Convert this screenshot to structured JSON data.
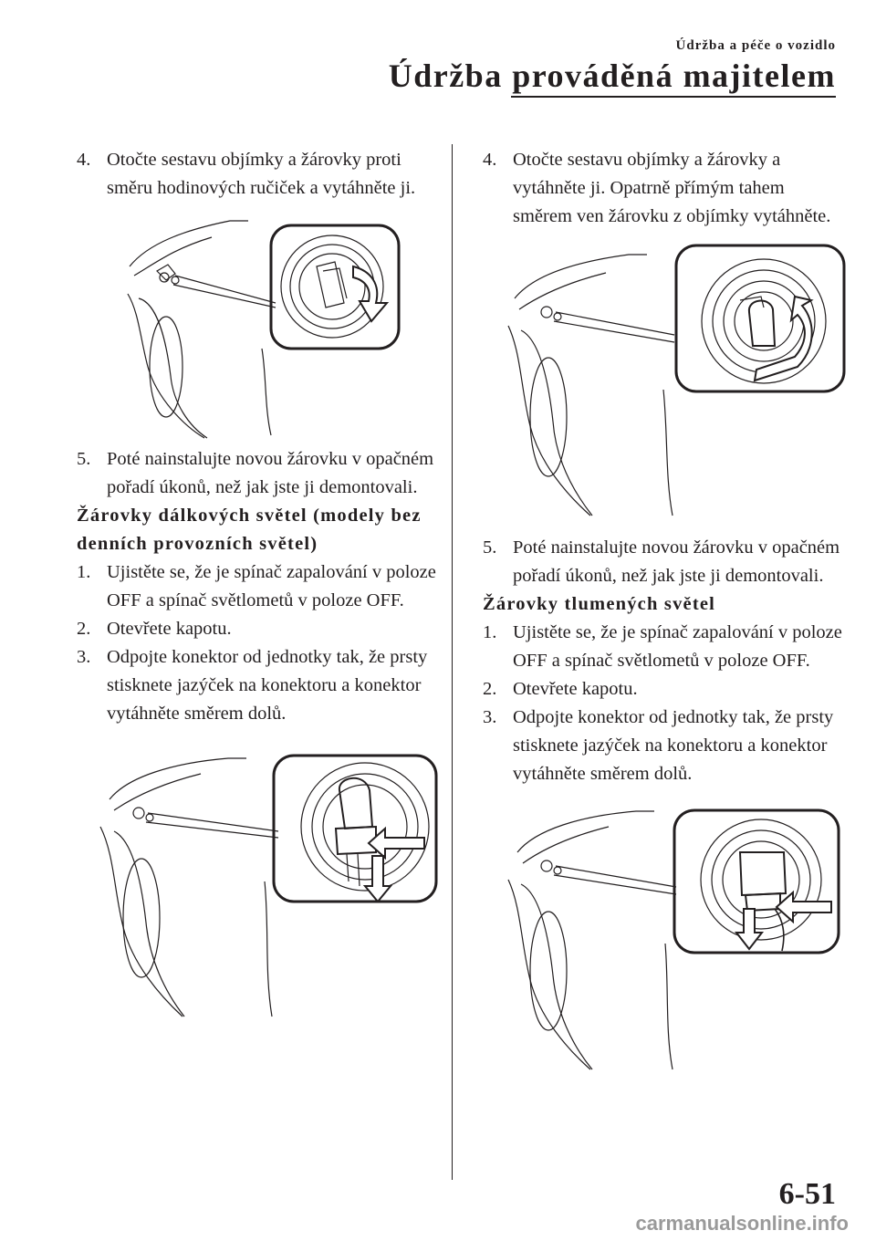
{
  "header": {
    "section": "Údržba a péče o vozidlo",
    "title": "Údržba prováděná majitelem"
  },
  "left": {
    "step4": {
      "num": "4.",
      "text": "Otočte sestavu objímky a žárovky proti směru hodinových ručiček a vytáhněte ji."
    },
    "step5": {
      "num": "5.",
      "text": "Poté nainstalujte novou žárovku v opačném pořadí úkonů, než jak jste ji demontovali."
    },
    "heading": "Žárovky dálkových světel (modely bez denních provozních světel)",
    "steps": [
      {
        "num": "1.",
        "text": "Ujistěte se, že je spínač zapalování v poloze OFF a spínač světlometů v poloze OFF."
      },
      {
        "num": "2.",
        "text": "Otevřete kapotu."
      },
      {
        "num": "3.",
        "text": "Odpojte konektor od jednotky tak, že prsty stisknete jazýček na konektoru a konektor vytáhněte směrem dolů."
      }
    ]
  },
  "right": {
    "step4": {
      "num": "4.",
      "text": "Otočte sestavu objímky a žárovky a vytáhněte ji. Opatrně přímým tahem směrem ven žárovku z objímky vytáhněte."
    },
    "step5": {
      "num": "5.",
      "text": "Poté nainstalujte novou žárovku v opačném pořadí úkonů, než jak jste ji demontovali."
    },
    "heading": "Žárovky tlumených světel",
    "steps": [
      {
        "num": "1.",
        "text": "Ujistěte se, že je spínač zapalování v poloze OFF a spínač světlometů v poloze OFF."
      },
      {
        "num": "2.",
        "text": "Otevřete kapotu."
      },
      {
        "num": "3.",
        "text": "Odpojte konektor od jednotky tak, že prsty stisknete jazýček na konektoru a konektor vytáhněte směrem dolů."
      }
    ]
  },
  "page_number": "6-51",
  "watermark": "carmanualsonline.info"
}
